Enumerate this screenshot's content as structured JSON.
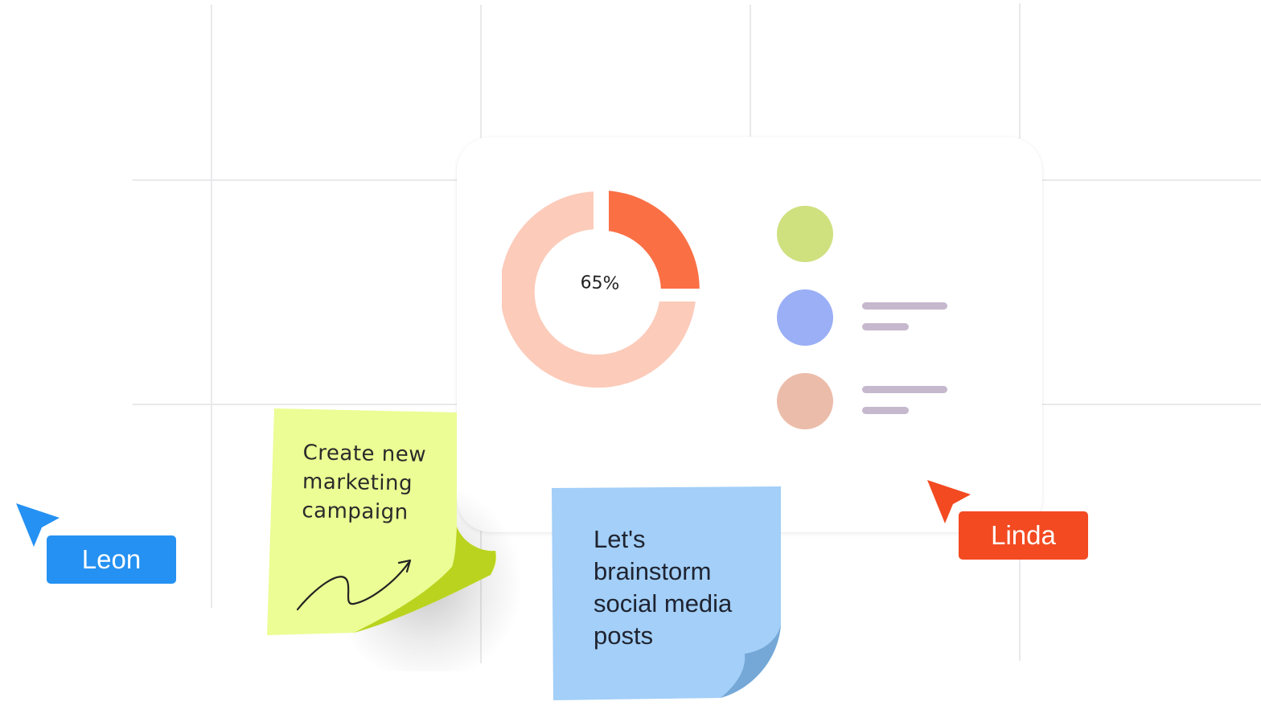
{
  "colors": {
    "grid_line": "#e9e9ec",
    "donut_light": "#fccbba",
    "donut_accent": "#fb6f45",
    "legend_green": "#cfe07f",
    "legend_blue": "#9aaff5",
    "legend_peach": "#ecbcaa",
    "sticky_yellow": "#ebfd94",
    "sticky_yellow_fold": "#bad31f",
    "sticky_blue": "#a3cff8",
    "sticky_blue_fold": "#75a8d6",
    "leon_tag": "#2591f2",
    "linda_tag": "#f34a22"
  },
  "chart": {
    "percent_label": "65%"
  },
  "chart_data": {
    "type": "pie",
    "title": "",
    "labels": [
      "",
      ""
    ],
    "values": [
      25,
      75
    ],
    "center_label": "65%",
    "legend_items": 3
  },
  "notes": {
    "yellow": {
      "text": "Create new\nmarketing\ncampaign",
      "doodle_icon": "trend-up-arrow-icon"
    },
    "blue": {
      "text": "Let's\nbrainstorm\nsocial media\nposts"
    }
  },
  "collaborators": {
    "leon": {
      "name": "Leon",
      "cursor_icon": "pointer-cursor-icon"
    },
    "linda": {
      "name": "Linda",
      "cursor_icon": "pointer-cursor-icon"
    }
  }
}
